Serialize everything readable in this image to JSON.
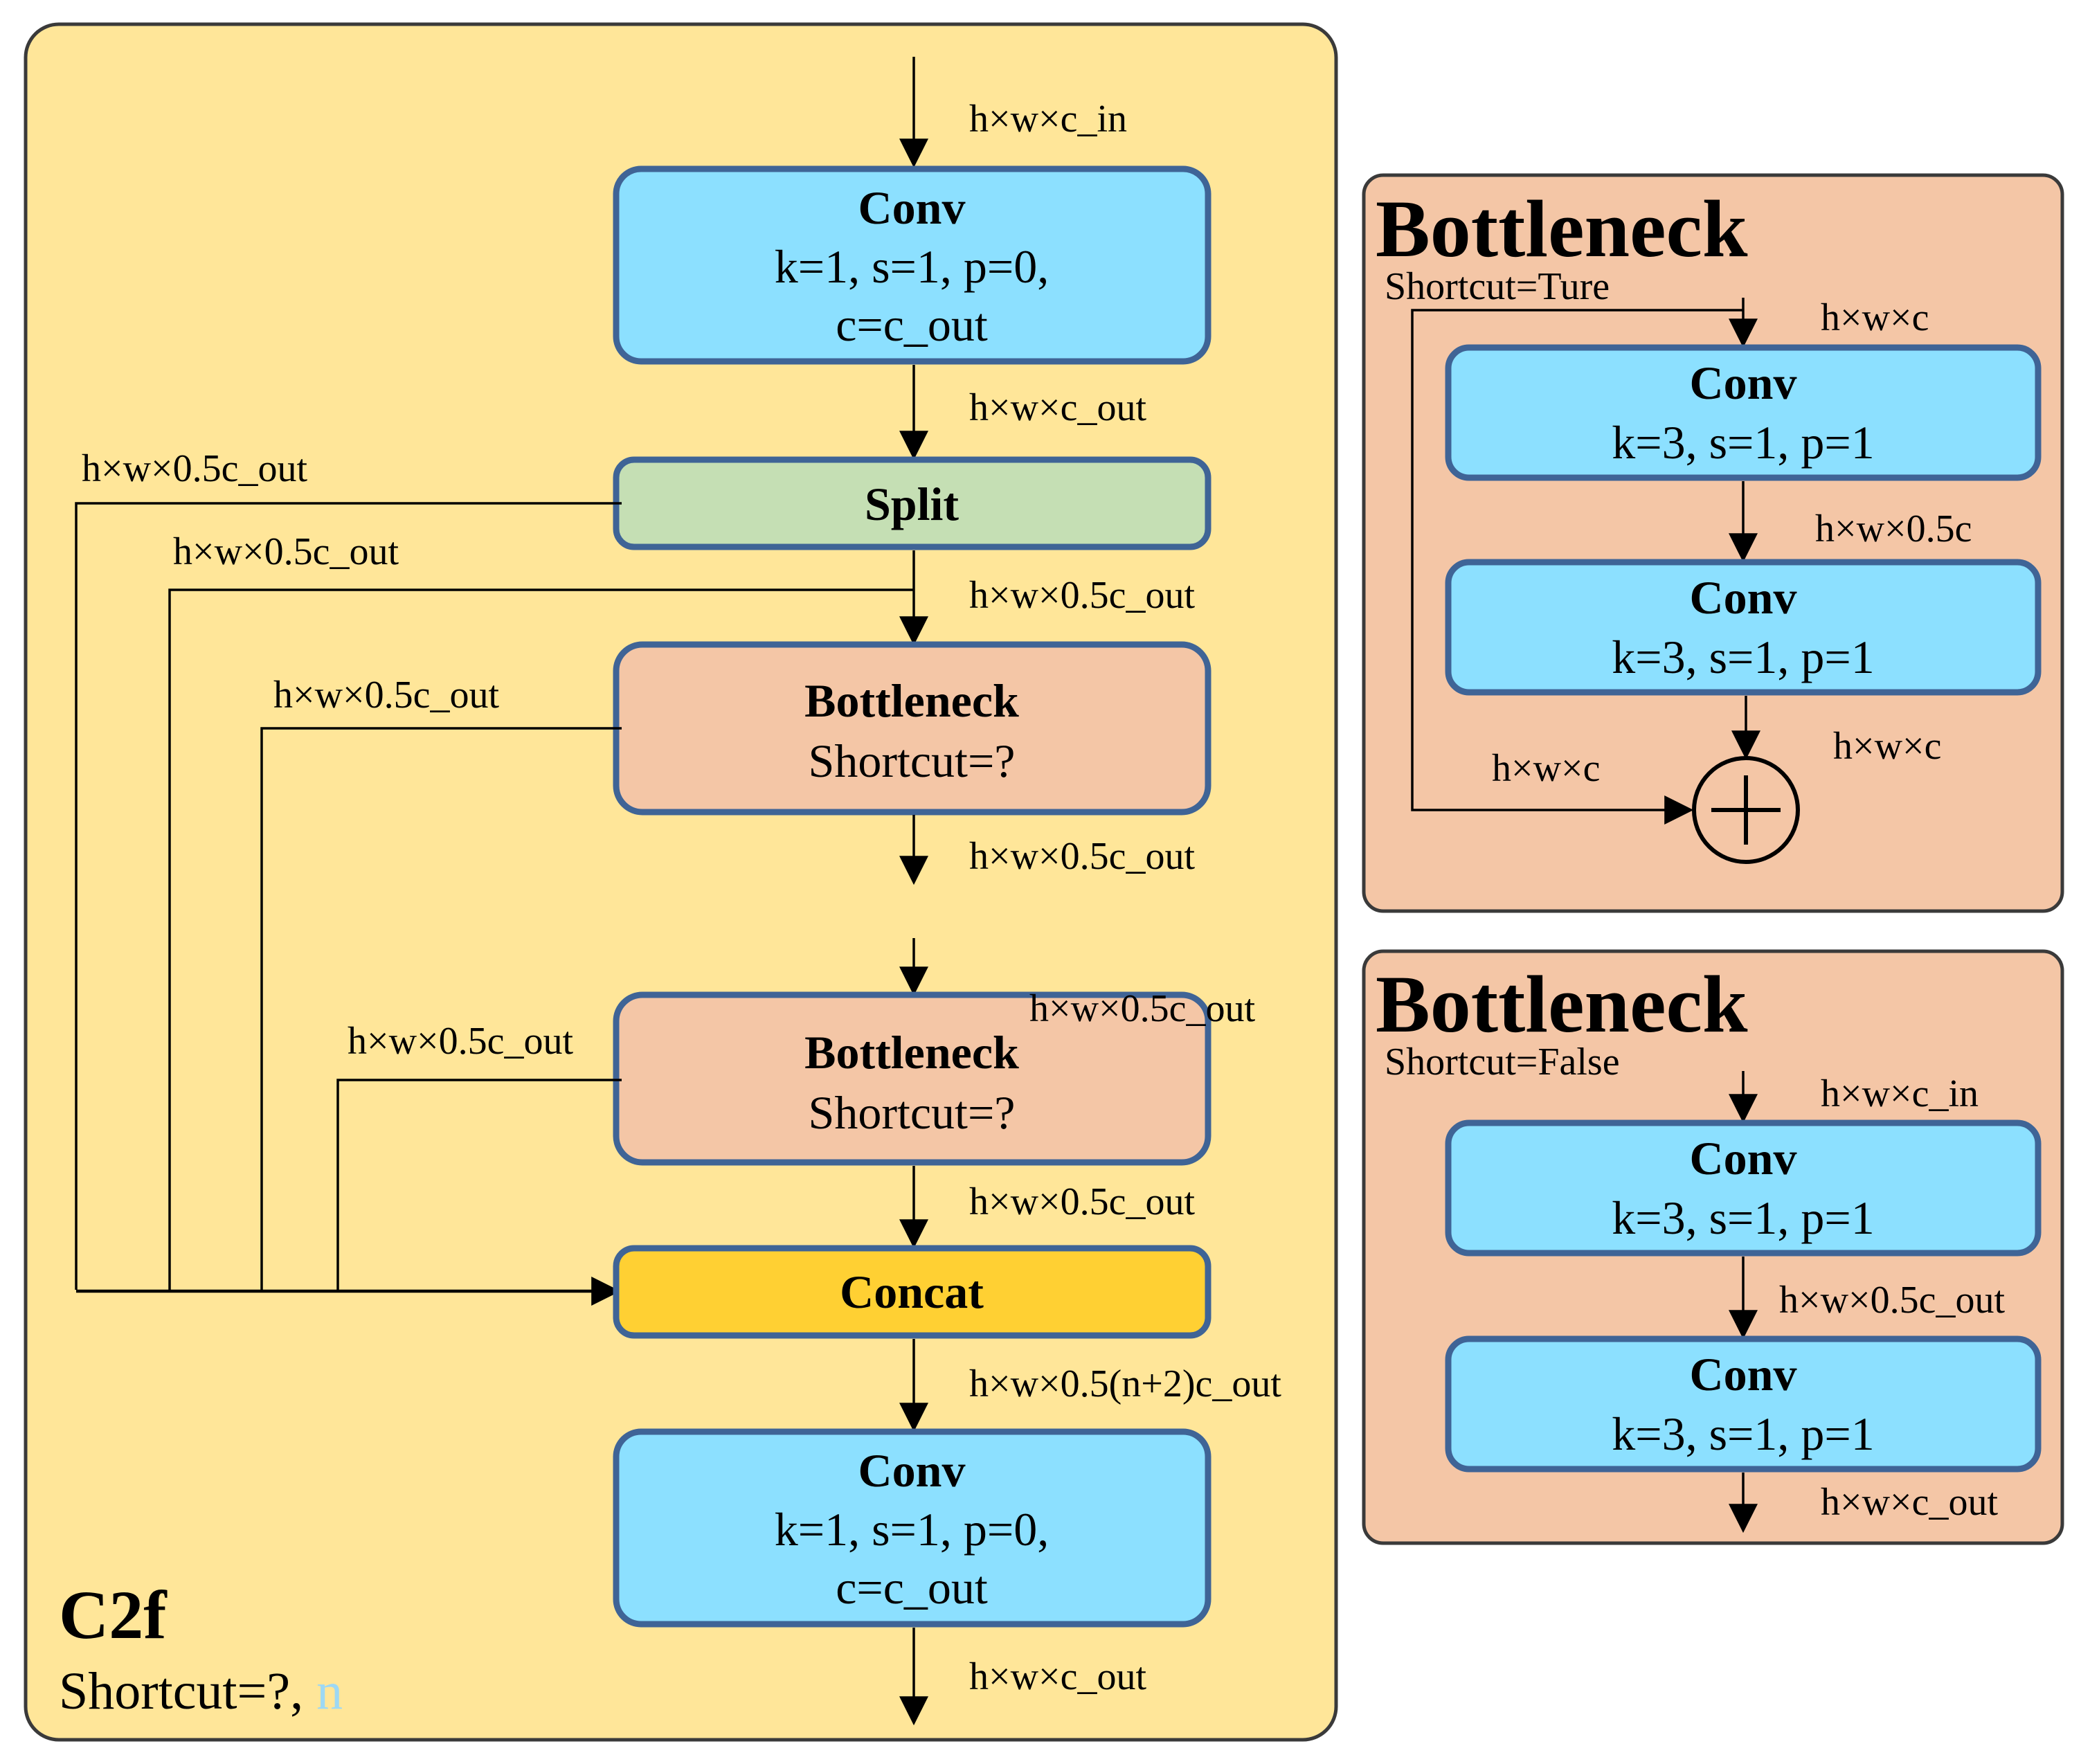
{
  "colors": {
    "c2f_panel": "#FFE699",
    "bottleneck_panel": "#F4C6A6",
    "conv_fill": "#8CE0FF",
    "split_fill": "#C5DFB4",
    "bottleneck_fill": "#F4C6A6",
    "concat_fill": "#FFD033",
    "box_border": "#3F6496",
    "panel_border": "#3A3A3A",
    "n_accent": "#9DD8F4"
  },
  "c2f": {
    "title": "C2f",
    "subtitle_prefix": "Shortcut=?, ",
    "subtitle_n": "n",
    "conv_top": {
      "title": "Conv",
      "line1": "k=1, s=1, p=0,",
      "line2": "c=c_out"
    },
    "split": {
      "title": "Split"
    },
    "bottleneck_1": {
      "title": "Bottleneck",
      "line1": "Shortcut=?"
    },
    "bottleneck_2": {
      "title": "Bottleneck",
      "line1": "Shortcut=?"
    },
    "concat": {
      "title": "Concat"
    },
    "conv_bottom": {
      "title": "Conv",
      "line1": "k=1, s=1, p=0,",
      "line2": "c=c_out"
    },
    "labels": {
      "input": "h×w×c_in",
      "after_conv": "h×w×c_out",
      "split_left": "h×w×0.5c_out",
      "split_mid": "h×w×0.5c_out",
      "split_down": "h×w×0.5c_out",
      "bn1_left": "h×w×0.5c_out",
      "bn1_down": "h×w×0.5c_out",
      "bn2_in": "h×w×0.5c_out",
      "bn2_left": "h×w×0.5c_out",
      "bn2_down": "h×w×0.5c_out",
      "concat_down": "h×w×0.5(n+2)c_out",
      "output": "h×w×c_out"
    }
  },
  "bottleneck_true": {
    "title": "Bottleneck",
    "subtitle": "Shortcut=Ture",
    "conv1": {
      "title": "Conv",
      "line1": "k=3, s=1, p=1"
    },
    "conv2": {
      "title": "Conv",
      "line1": "k=3, s=1, p=1"
    },
    "add_symbol": "+",
    "labels": {
      "input": "h×w×c",
      "mid": "h×w×0.5c",
      "after_conv2": "h×w×c",
      "shortcut": "h×w×c"
    }
  },
  "bottleneck_false": {
    "title": "Bottleneck",
    "subtitle": "Shortcut=False",
    "conv1": {
      "title": "Conv",
      "line1": "k=3, s=1, p=1"
    },
    "conv2": {
      "title": "Conv",
      "line1": "k=3, s=1, p=1"
    },
    "labels": {
      "input": "h×w×c_in",
      "mid": "h×w×0.5c_out",
      "output": "h×w×c_out"
    }
  }
}
